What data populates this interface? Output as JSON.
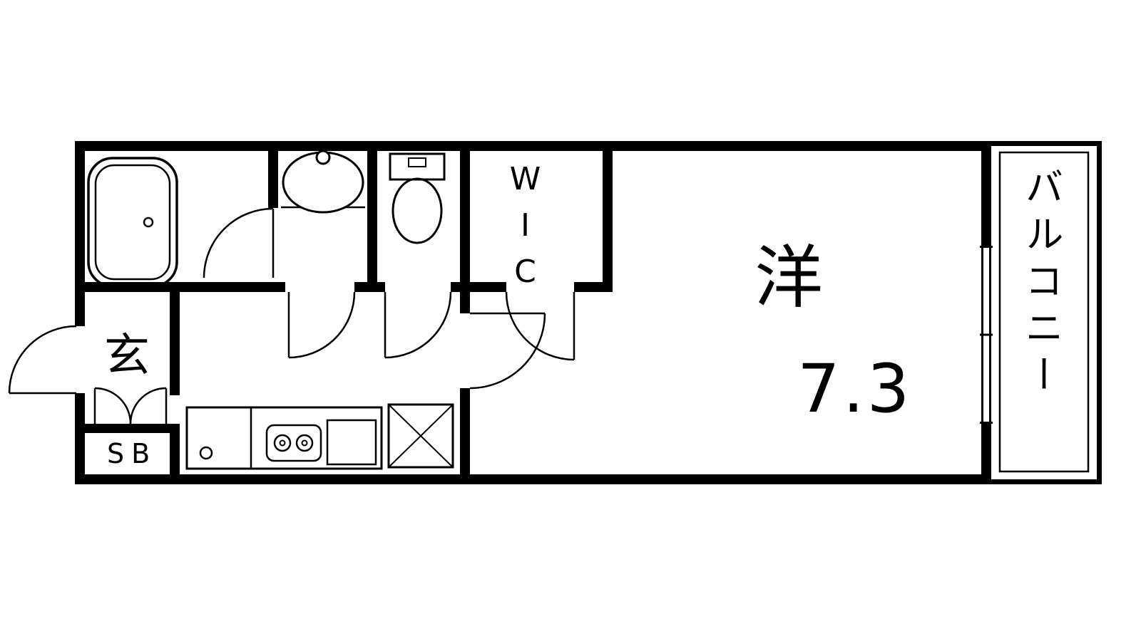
{
  "floorplan": {
    "labels": {
      "wic": "WIC",
      "entrance": "玄",
      "shoe_box": "SB",
      "western_room": "洋",
      "western_room_size": "7.3",
      "balcony": "バルコニー"
    },
    "colors": {
      "wall": "#000000",
      "background": "#ffffff"
    }
  }
}
